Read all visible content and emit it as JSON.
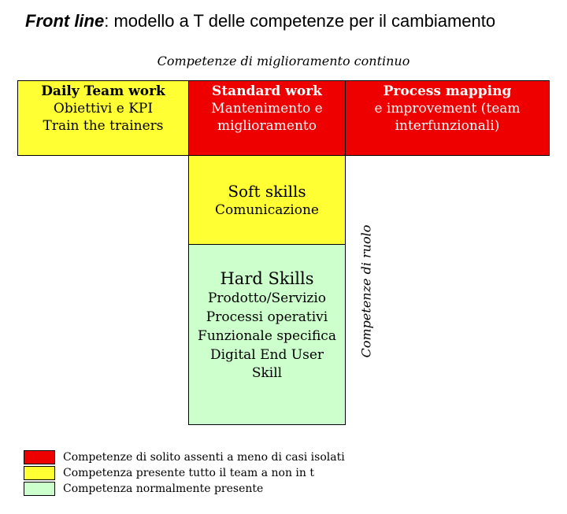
{
  "title": {
    "bold": "Front line",
    "rest": ": modello a T delle competenze per il cambiamento"
  },
  "top_caption": "Competenze di miglioramento continuo",
  "side_caption": "Competenze di ruolo",
  "colors": {
    "red": "#ee0000",
    "yellow": "#ffff33",
    "green": "#ccffcc"
  },
  "boxes": {
    "daily": {
      "head": "Daily Team work",
      "lines": [
        "Obiettivi e KPI",
        "Train the trainers"
      ]
    },
    "standard": {
      "head": "Standard work",
      "lines": [
        "Mantenimento e",
        "miglioramento"
      ]
    },
    "process": {
      "head": "Process mapping",
      "lines": [
        "e improvement (team",
        "interfunzionali)"
      ]
    },
    "soft": {
      "head": "Soft skills",
      "lines": [
        "Comunicazione"
      ]
    },
    "hard": {
      "head": "Hard Skills",
      "lines": [
        "Prodotto/Servizio",
        "Processi operativi",
        "Funzionale specifica",
        "Digital End User",
        "Skill"
      ]
    }
  },
  "legend": [
    {
      "color": "red",
      "text": "Competenze di solito assenti a meno di casi isolati"
    },
    {
      "color": "yellow",
      "text": "Competenza presente tutto il team a non in t"
    },
    {
      "color": "green",
      "text": "Competenza normalmente presente"
    }
  ]
}
